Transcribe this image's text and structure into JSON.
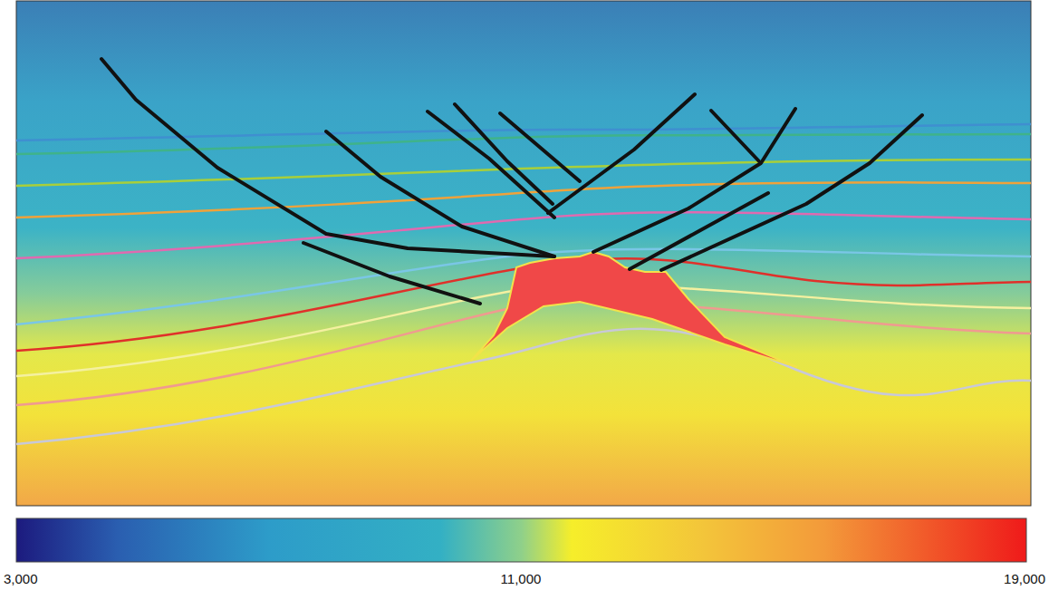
{
  "diagram": {
    "labels": [
      "3,000",
      "11,000",
      "19,000"
    ]
  }
}
